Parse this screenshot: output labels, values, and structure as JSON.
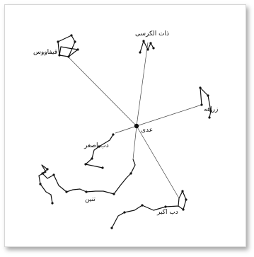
{
  "diagram": {
    "center_label": "عدی",
    "constellations": [
      {
        "id": "kepheus",
        "label": "قیفاووس"
      },
      {
        "id": "cassiopeia",
        "label": "ذات الکرسی"
      },
      {
        "id": "lyra",
        "label": "زرافه"
      },
      {
        "id": "ursa-minor",
        "label": "دب اصغر"
      },
      {
        "id": "draco",
        "label": "تنین"
      },
      {
        "id": "ursa-major",
        "label": "دب اکبر"
      }
    ]
  }
}
